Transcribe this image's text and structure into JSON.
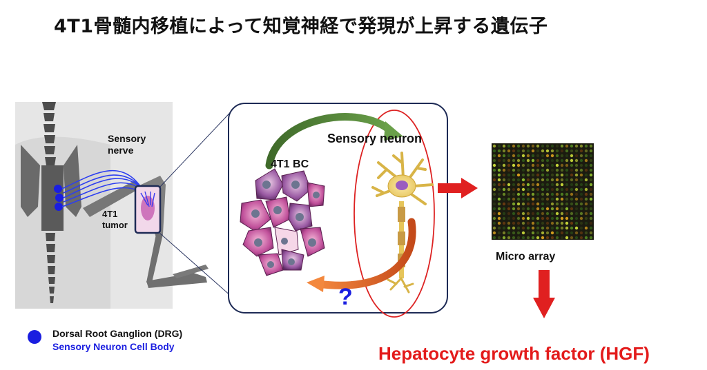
{
  "title": "4T1骨髄内移植によって知覚神経で発現が上昇する遺伝子",
  "labels": {
    "sensory_nerve_line1": "Sensory",
    "sensory_nerve_line2": "nerve",
    "tumor_line1": "4T1",
    "tumor_line2": "tumor",
    "bc": "4T1 BC",
    "sensory_neuron": "Sensory neuron",
    "question": "?",
    "micro_array": "Micro array",
    "hgf": "Hepatocyte growth factor (HGF)"
  },
  "legend": {
    "drg": "Dorsal Root Ganglion (DRG)",
    "cell_body": "Sensory Neuron Cell Body"
  },
  "colors": {
    "accent_red": "#e02020",
    "blue": "#1a1ee0",
    "hgf_red": "#e31b1b",
    "green_arrow": "#4a7a32",
    "orange_arrow": "#e8662a",
    "panel_border": "#1d2a55"
  }
}
